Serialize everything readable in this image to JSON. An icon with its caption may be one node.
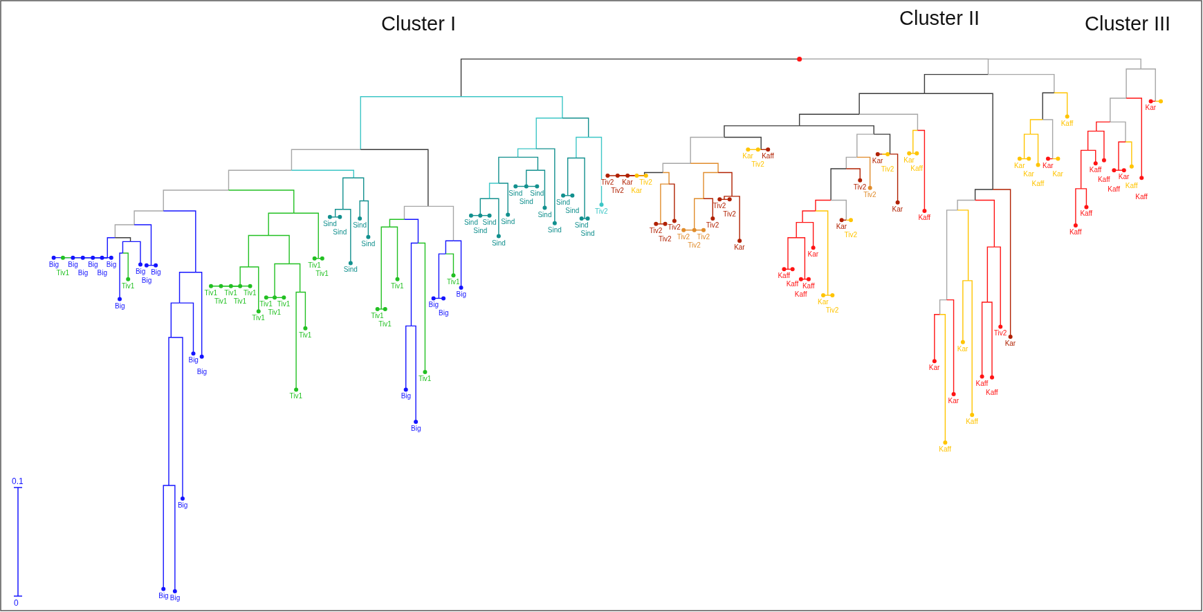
{
  "diagram": {
    "labels": [
      "Cluster I",
      "Cluster II",
      "Cluster III",
      "Big",
      "Tiv1",
      "Big",
      "Big",
      "Big",
      "Big",
      "Big",
      "Tiv1",
      "Big",
      "Big",
      "Big",
      "Big",
      "Big",
      "Big",
      "Big",
      "Big",
      "Big",
      "Tiv1",
      "Tiv1",
      "Tiv1",
      "Tiv1",
      "Tiv1",
      "Tiv1",
      "Tiv1",
      "Tiv1",
      "Tiv1",
      "Tiv1",
      "Tiv1",
      "Tiv1",
      "Tiv1",
      "Sind",
      "Sind",
      "Sind",
      "Sind",
      "Sind",
      "Tiv1",
      "Tiv1",
      "Tiv1",
      "Big",
      "Big",
      "Tiv1",
      "Big",
      "Big",
      "Tiv1",
      "Big",
      "Sind",
      "Sind",
      "Sind",
      "Sind",
      "Sind",
      "Sind",
      "Sind",
      "Sind",
      "Sind",
      "Sind",
      "Sind",
      "Sind",
      "Sind",
      "Sind",
      "Tiv2",
      "Tiv2",
      "Tiv2",
      "Kar",
      "Kar",
      "Tiv2",
      "Tiv2",
      "Tiv2",
      "Tiv2",
      "Tiv2",
      "Tiv2",
      "Tiv2",
      "Tiv2",
      "Tiv2",
      "Tiv2",
      "Kar",
      "Kar",
      "Tiv2",
      "Kaff",
      "Kaff",
      "Kaff",
      "Kaff",
      "Kaff",
      "Kar",
      "Kar",
      "Tiv2",
      "Kar",
      "Tiv2",
      "Tiv2",
      "Tiv2",
      "Kar",
      "Tiv2",
      "Kar",
      "Kar",
      "Kaff",
      "Kaff",
      "Kar",
      "Kaff",
      "Kar",
      "Kar",
      "Kaff",
      "Kaff",
      "Kaff",
      "Tiv2",
      "Kar",
      "Kar",
      "Kar",
      "Kaff",
      "Kar",
      "Kar",
      "Kaff",
      "Kaff",
      "Kaff",
      "Kaff",
      "Kaff",
      "Kaff",
      "Kar",
      "Kaff",
      "Kaff",
      "Kar",
      "0.1",
      "0"
    ]
  }
}
